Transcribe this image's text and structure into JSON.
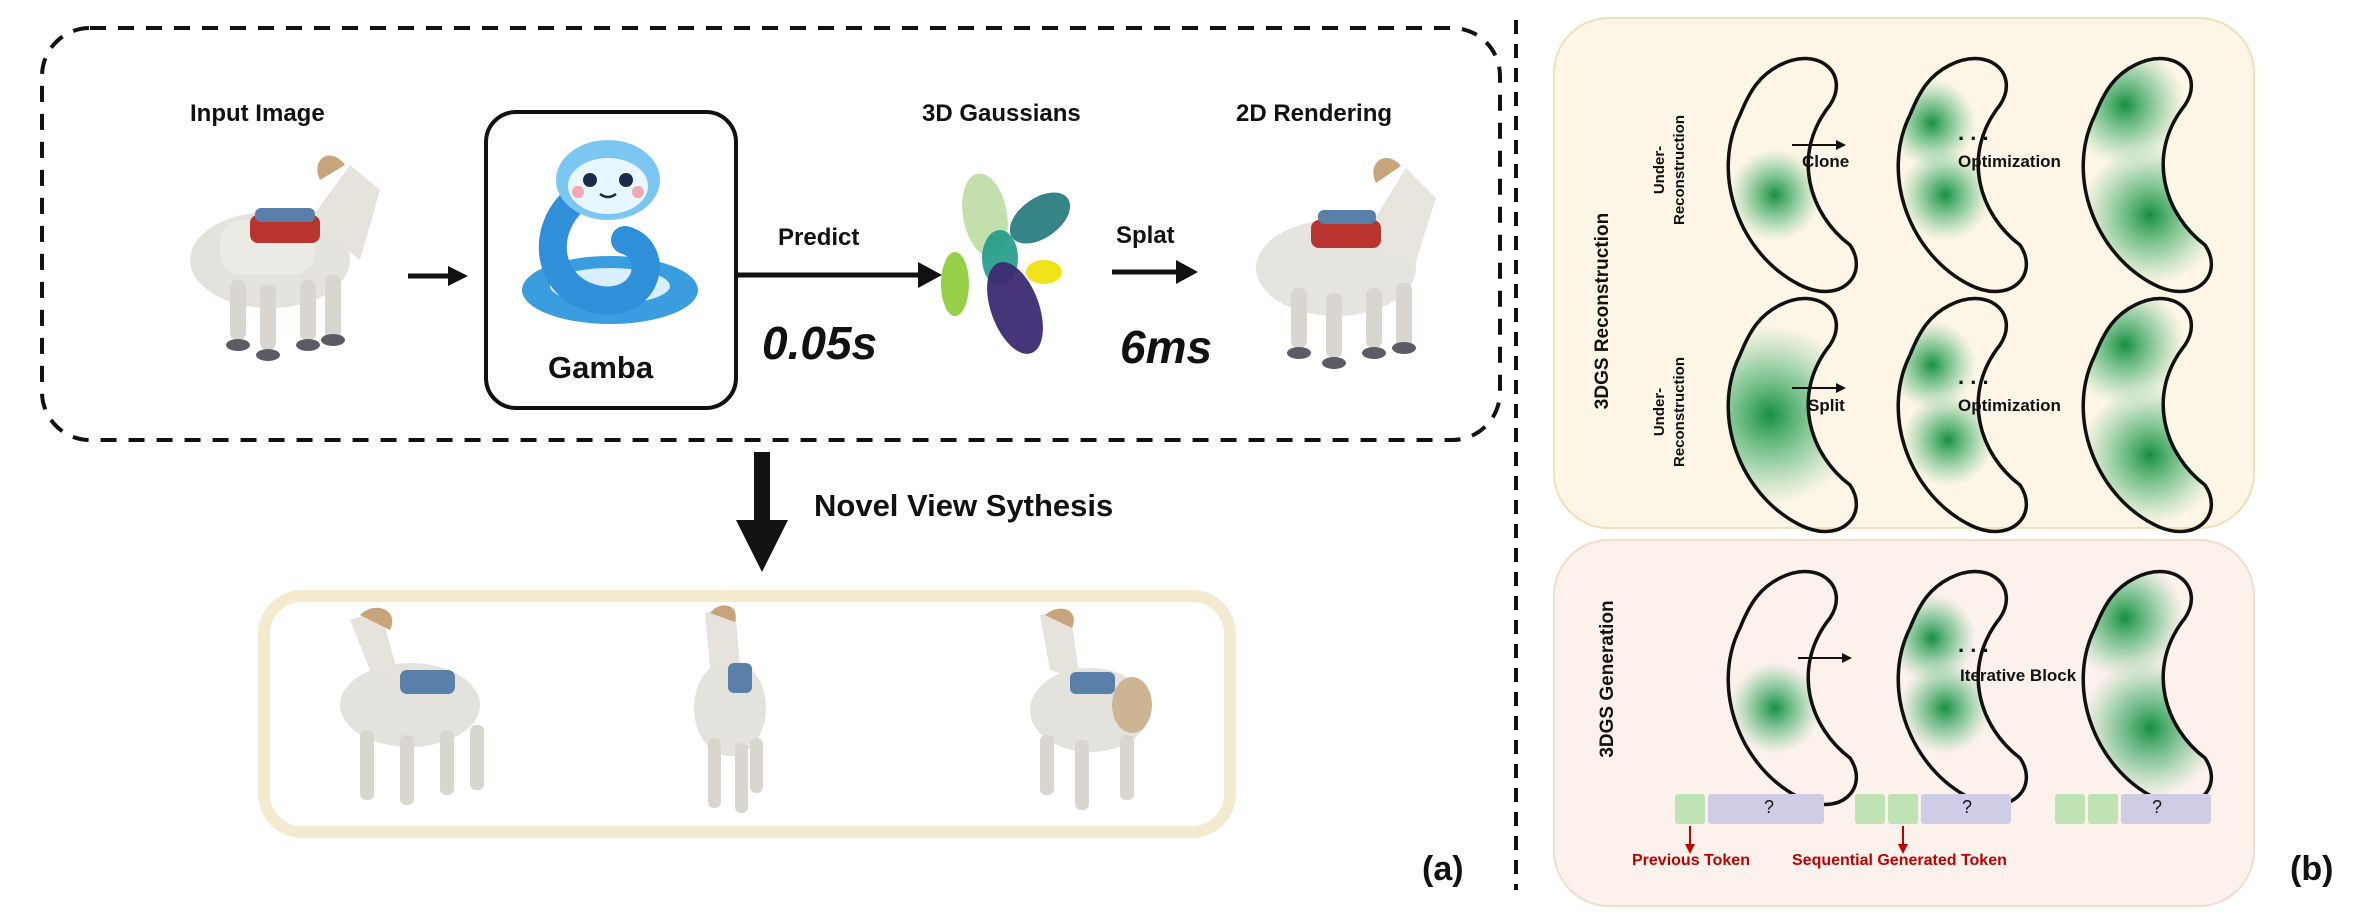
{
  "panel_a": {
    "input_label": "Input Image",
    "model_label": "Gamba",
    "predict_label": "Predict",
    "predict_time": "0.05s",
    "gaussians_label": "3D Gaussians",
    "splat_label": "Splat",
    "splat_time": "6ms",
    "rendering_label": "2D Rendering",
    "nvs_label": "Novel View Sythesis",
    "panel_tag": "(a)"
  },
  "panel_b": {
    "recon_title": "3DGS Reconstruction",
    "row1_side": "Under-\nReconstruction",
    "row1_op": "Clone",
    "row1_opt": "Optimization",
    "row2_side": "Under-\nReconstruction",
    "row2_op": "Split",
    "row2_opt": "Optimization",
    "dots": ". . .",
    "gen_title": "3DGS Generation",
    "gen_block": "Iterative Block",
    "token_q": "?",
    "prev_token": "Previous Token",
    "seq_token": "Sequential Generated Token",
    "panel_tag": "(b)"
  },
  "colors": {
    "recon_bg": "#fdf5e6",
    "gen_bg": "#fdf1ec",
    "gaussian_green": "#0a8a3a",
    "token_green": "#bfe3b4",
    "token_purple": "#cfcde6",
    "token_red": "#c00000",
    "nvs_frame": "#f3ead0"
  }
}
